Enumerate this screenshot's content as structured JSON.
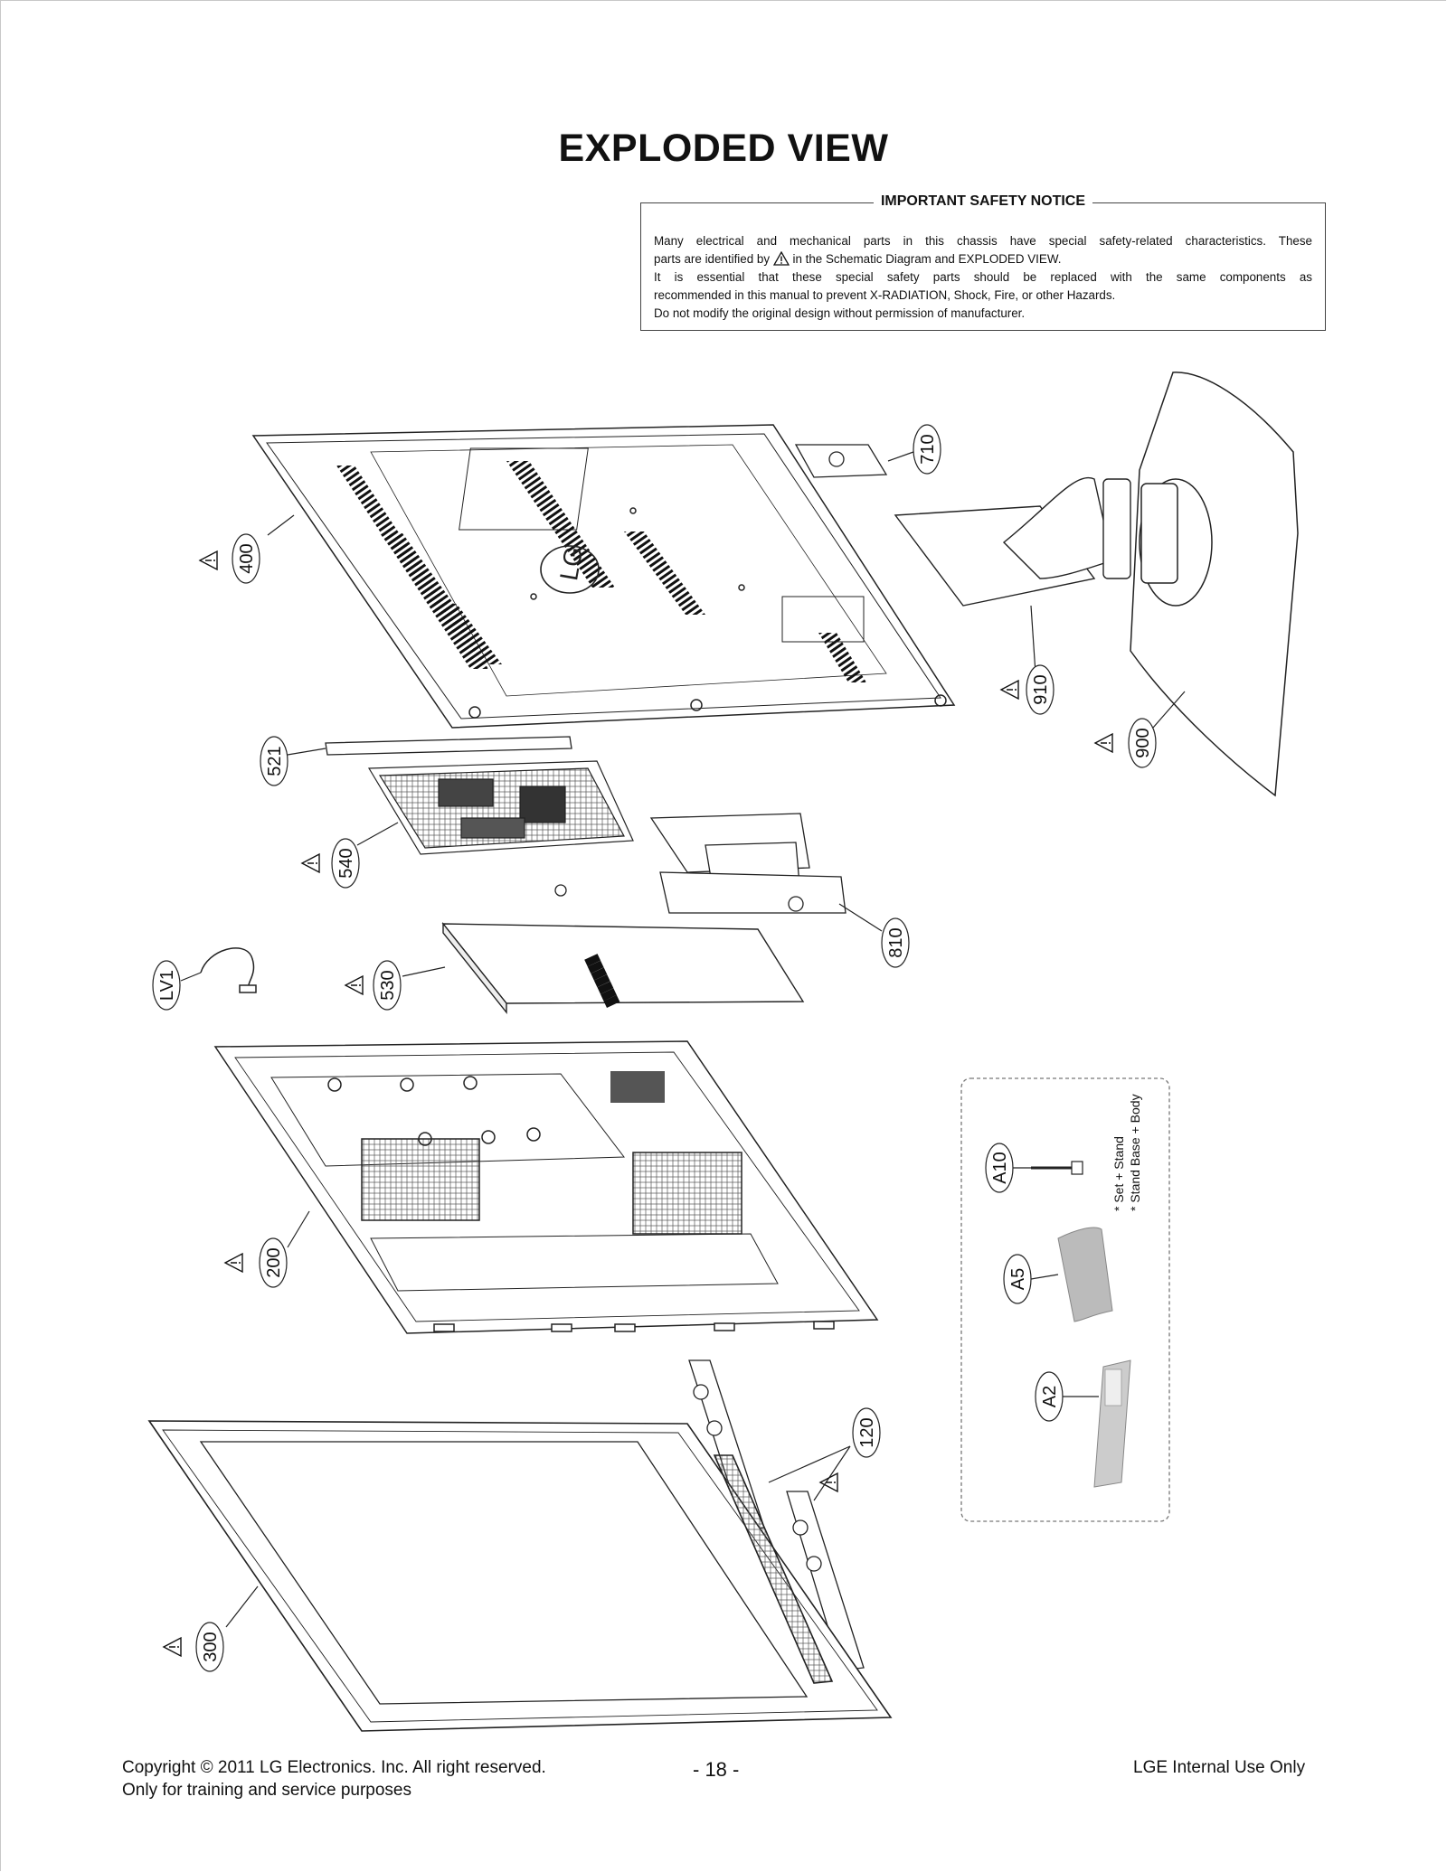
{
  "page": {
    "title": "EXPLODED VIEW"
  },
  "notice": {
    "heading": "IMPORTANT SAFETY NOTICE",
    "line1": "Many electrical and mechanical parts in this chassis have special safety-related characteristics. These",
    "line2a": "parts are identified by",
    "line2b": "in the Schematic Diagram and EXPLODED VIEW.",
    "line3": "It is essential that these special safety parts should be replaced with the same components as",
    "line4": "recommended in this manual to prevent X-RADIATION, Shock, Fire, or other Hazards.",
    "line5": "Do not modify the original design without permission of manufacturer."
  },
  "parts": {
    "p710": "710",
    "p400": "400",
    "p910": "910",
    "p900": "900",
    "p521": "521",
    "p540": "540",
    "p810": "810",
    "pLV1": "LV1",
    "p530": "530",
    "p200": "200",
    "p120": "120",
    "p300": "300",
    "pA10": "A10",
    "pA5": "A5",
    "pA2": "A2"
  },
  "accessory_note": {
    "line1": "* Set + Stand",
    "line2": "* Stand Base + Body"
  },
  "footer": {
    "copyright": "Copyright  © 2011 LG Electronics. Inc. All right reserved.",
    "purpose": "Only for training and service purposes",
    "page_number": "- 18 -",
    "internal": "LGE Internal Use Only"
  }
}
